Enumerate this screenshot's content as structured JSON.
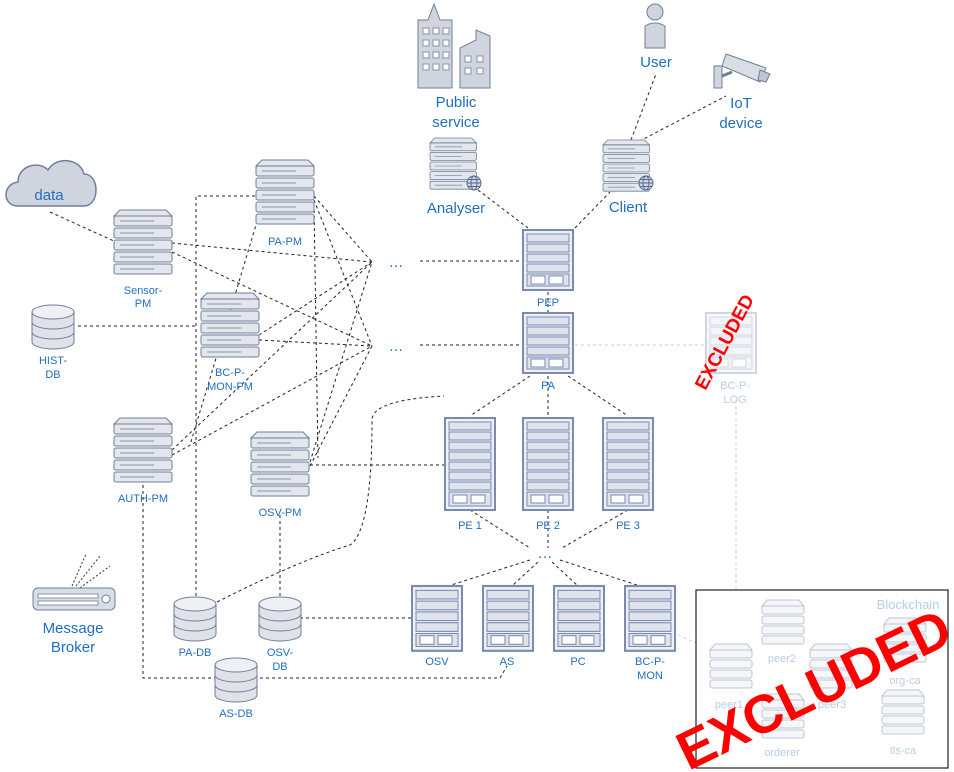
{
  "labels": {
    "data": "data",
    "sensor_pm": [
      "Sensor-",
      "PM"
    ],
    "hist_db": [
      "HIST-",
      "DB"
    ],
    "pa_pm": "PA-PM",
    "bc_p_mon_pm": [
      "BC-P-",
      "MON-PM"
    ],
    "auth_pm": "AUTH-PM",
    "osv_pm": "OSV-PM",
    "message_broker": [
      "Message",
      "Broker"
    ],
    "pa_db": "PA-DB",
    "osv_db": [
      "OSV-",
      "DB"
    ],
    "as_db": "AS-DB",
    "public_service": [
      "Public",
      "service"
    ],
    "analyser": "Analyser",
    "user": "User",
    "iot_device": [
      "IoT",
      "device"
    ],
    "client": "Client",
    "ellipsis": "…",
    "pep": "PEP",
    "pa": "PA",
    "bc_p_log": [
      "BC-P-",
      "LOG"
    ],
    "pe1": "PE 1",
    "pe2": "PE 2",
    "pe3": "PE 3",
    "osv": "OSV",
    "as": "AS",
    "pc": "PC",
    "bc_p_mon": [
      "BC-P-",
      "MON"
    ],
    "blockchain": "Blockchain",
    "peer2": "peer2",
    "peer3": "peer3",
    "peer1": "peer1",
    "org_ca": "org-ca",
    "orderer": "orderer",
    "tls_ca": "tls-ca",
    "excluded": "EXCLUDED"
  },
  "colors": {
    "label": "#1f6fbf",
    "icon_fill": "#d9dde5",
    "icon_stroke": "#6f7f9a",
    "rack_frame": "#7a8ab0",
    "stamp": "#ff0000"
  },
  "icons": {
    "cloud": "cloud-icon",
    "server": "server-stack-icon",
    "rack": "rack-server-icon",
    "database": "database-icon",
    "buildings": "buildings-icon",
    "person": "person-icon",
    "camera": "security-camera-icon",
    "router": "router-icon",
    "globe": "globe-icon"
  }
}
